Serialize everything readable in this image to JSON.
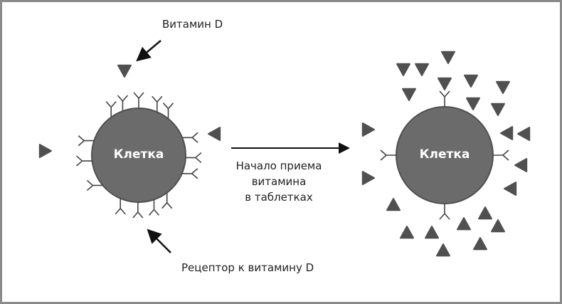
{
  "labels": {
    "vitamin": "Витамин D",
    "receptor": "Рецептор к витамину D",
    "transition": [
      "Начало приема",
      "витамина",
      "в таблетках"
    ],
    "cell_before": "Клетка",
    "cell_after": "Клетка"
  },
  "colors": {
    "cell": "#6b6b6b",
    "cell_stroke": "#505050",
    "vitamin": "#505050",
    "receptor": "#444444",
    "arrow": "#111111"
  },
  "icons": {
    "vitamin": "triangle",
    "receptor": "y-shaped-receptor"
  },
  "counts": {
    "receptors_before": 15,
    "receptors_after": 4
  }
}
